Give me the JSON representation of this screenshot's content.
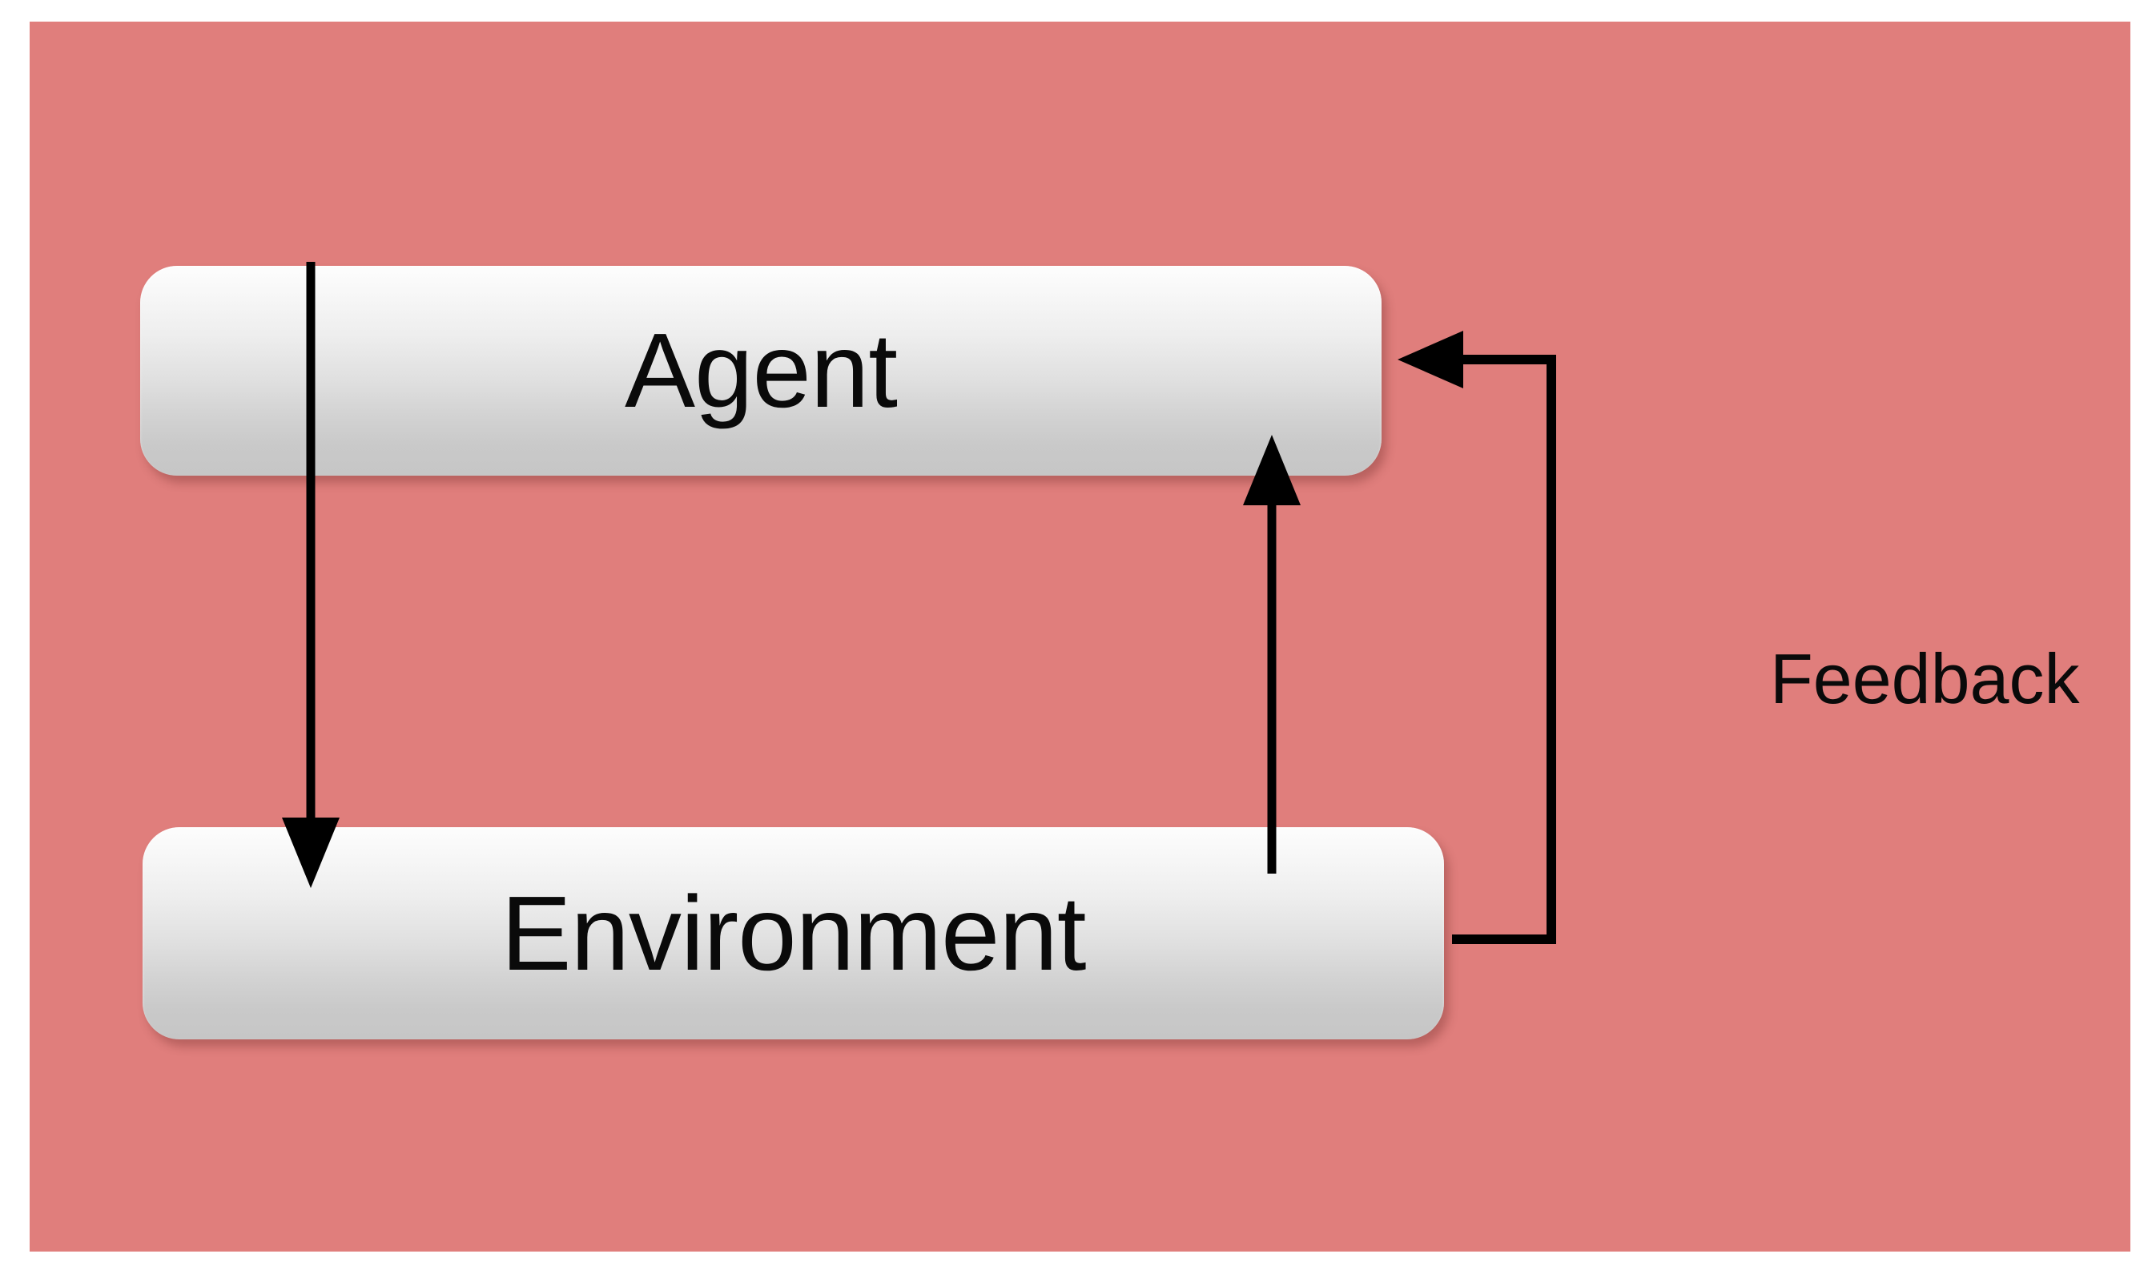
{
  "slide": {
    "background_color": "#E07E7C",
    "page_color": "#FFFFFF"
  },
  "diagram": {
    "type": "agent-environment-feedback-loop",
    "nodes": [
      {
        "id": "agent",
        "label": "Agent",
        "fill_top": "#FDFDFD",
        "fill_bottom": "#C6C6C6"
      },
      {
        "id": "environment",
        "label": "Environment",
        "fill_top": "#FDFDFD",
        "fill_bottom": "#C6C6C6"
      }
    ],
    "edges": [
      {
        "id": "action",
        "from": "agent",
        "to": "environment",
        "label": "",
        "style": "straight-down-arrow",
        "color": "#000000"
      },
      {
        "id": "observe",
        "from": "environment",
        "to": "agent",
        "label": "",
        "style": "straight-up-arrow",
        "color": "#000000"
      },
      {
        "id": "feedback",
        "from": "environment",
        "to": "agent",
        "label": "Feedback",
        "style": "orthogonal-right-loop-arrow",
        "color": "#000000"
      }
    ],
    "labels": {
      "agent": "Agent",
      "environment": "Environment",
      "feedback": "Feedback"
    }
  }
}
